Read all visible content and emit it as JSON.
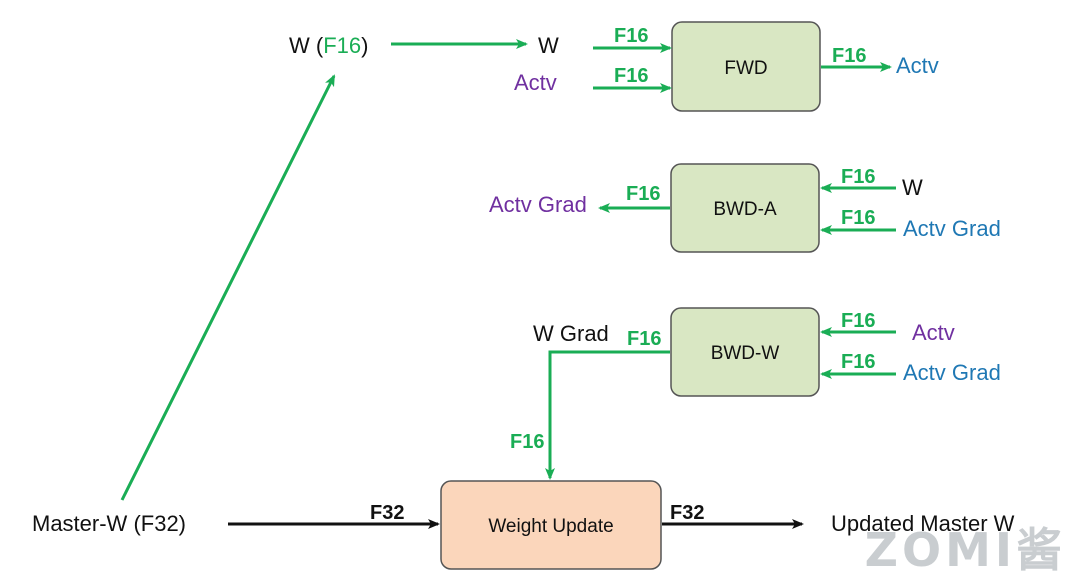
{
  "colors": {
    "green": "#1aad55",
    "purple": "#7030a0",
    "blue": "#1f78b4",
    "black": "#111111",
    "compute_box_fill": "#d9e7c3",
    "update_box_fill": "#fbd6bb",
    "box_stroke": "#555555",
    "watermark": "#bfc4c8"
  },
  "boxes": {
    "fwd": "FWD",
    "bwd_a": "BWD-A",
    "bwd_w": "BWD-W",
    "weight_update": "Weight Update"
  },
  "labels": {
    "w_f16_prefix": "W (",
    "w_f16_mid": "F16",
    "w_f16_suffix": ")",
    "fwd_in_w": "W",
    "fwd_in_actv": "Actv",
    "fwd_out_actv": "Actv",
    "bwd_a_out_actv_grad": "Actv Grad",
    "bwd_a_in_w": "W",
    "bwd_a_in_actv_grad": "Actv Grad",
    "bwd_w_out_w_grad": "W Grad",
    "bwd_w_in_actv": "Actv",
    "bwd_w_in_actv_grad": "Actv Grad",
    "master_w": "Master-W (F32)",
    "updated_master_w": "Updated Master W"
  },
  "formats": {
    "f16": "F16",
    "f32": "F32"
  },
  "watermark": "ZOMI酱"
}
